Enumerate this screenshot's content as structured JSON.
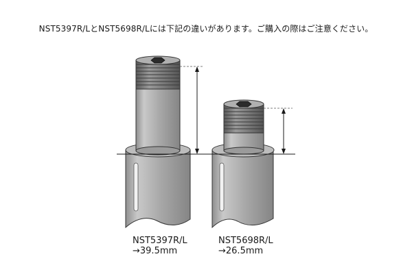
{
  "notice": "NST5397R/LとNST5698R/Lには下記の違いがあります。ご購入の際はご注意ください。",
  "parts": [
    {
      "model": "NST5397R/L",
      "dimension": "→39.5mm"
    },
    {
      "model": "NST5698R/L",
      "dimension": "→26.5mm"
    }
  ],
  "colors": {
    "body_fill": "#a9a9a9",
    "body_light": "#d4d4d4",
    "thread_dark": "#4a4a4a",
    "socket": "#2b2b2b",
    "ink": "#1a1a1a"
  },
  "icons": [
    "hex-socket-icon",
    "dimension-arrow-icon"
  ]
}
